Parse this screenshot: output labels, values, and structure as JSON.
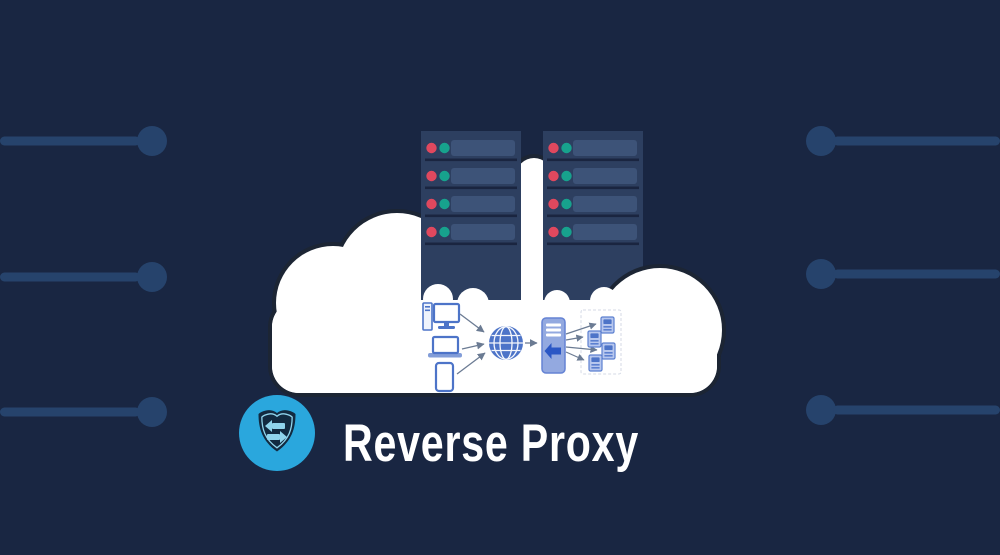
{
  "title": {
    "text": "Reverse Proxy"
  },
  "colors": {
    "background": "#192642",
    "circuit": "#26436c",
    "rack_body": "#2d3f60",
    "rack_slot": "#3d5378",
    "rack_divider": "#1a2540",
    "led_red": "#e0485e",
    "led_teal": "#17a28d",
    "cloud_fill": "#ffffff",
    "cloud_outline": "#1c2534",
    "icon_blue": "#4d74c8",
    "icon_fill": "#eef3fc",
    "proxy_fill": "#93a9e0",
    "proxy_border": "#6583d4",
    "proxy_arrow": "#2b57c5",
    "backend_fill": "#b7c7ee",
    "backend_border": "#5c80d0",
    "backend_group_border": "#d4dae6",
    "connector": "#6b7b93",
    "logo_circle": "#2aa7dd",
    "logo_shield": "#122a40",
    "logo_accent": "#8fd4ec",
    "title_color": "#ffffff"
  },
  "server_racks": {
    "count": 2,
    "rows_per_rack": 4,
    "leds_per_row": [
      "red",
      "teal"
    ]
  },
  "cloud_diagram": {
    "clients": [
      "desktop-computer",
      "laptop",
      "smartphone"
    ],
    "internet": "globe",
    "proxy": "reverse-proxy-server",
    "backend_server_count": 4
  },
  "decor": {
    "left_circuit_lines": 3,
    "right_circuit_lines": 3
  }
}
